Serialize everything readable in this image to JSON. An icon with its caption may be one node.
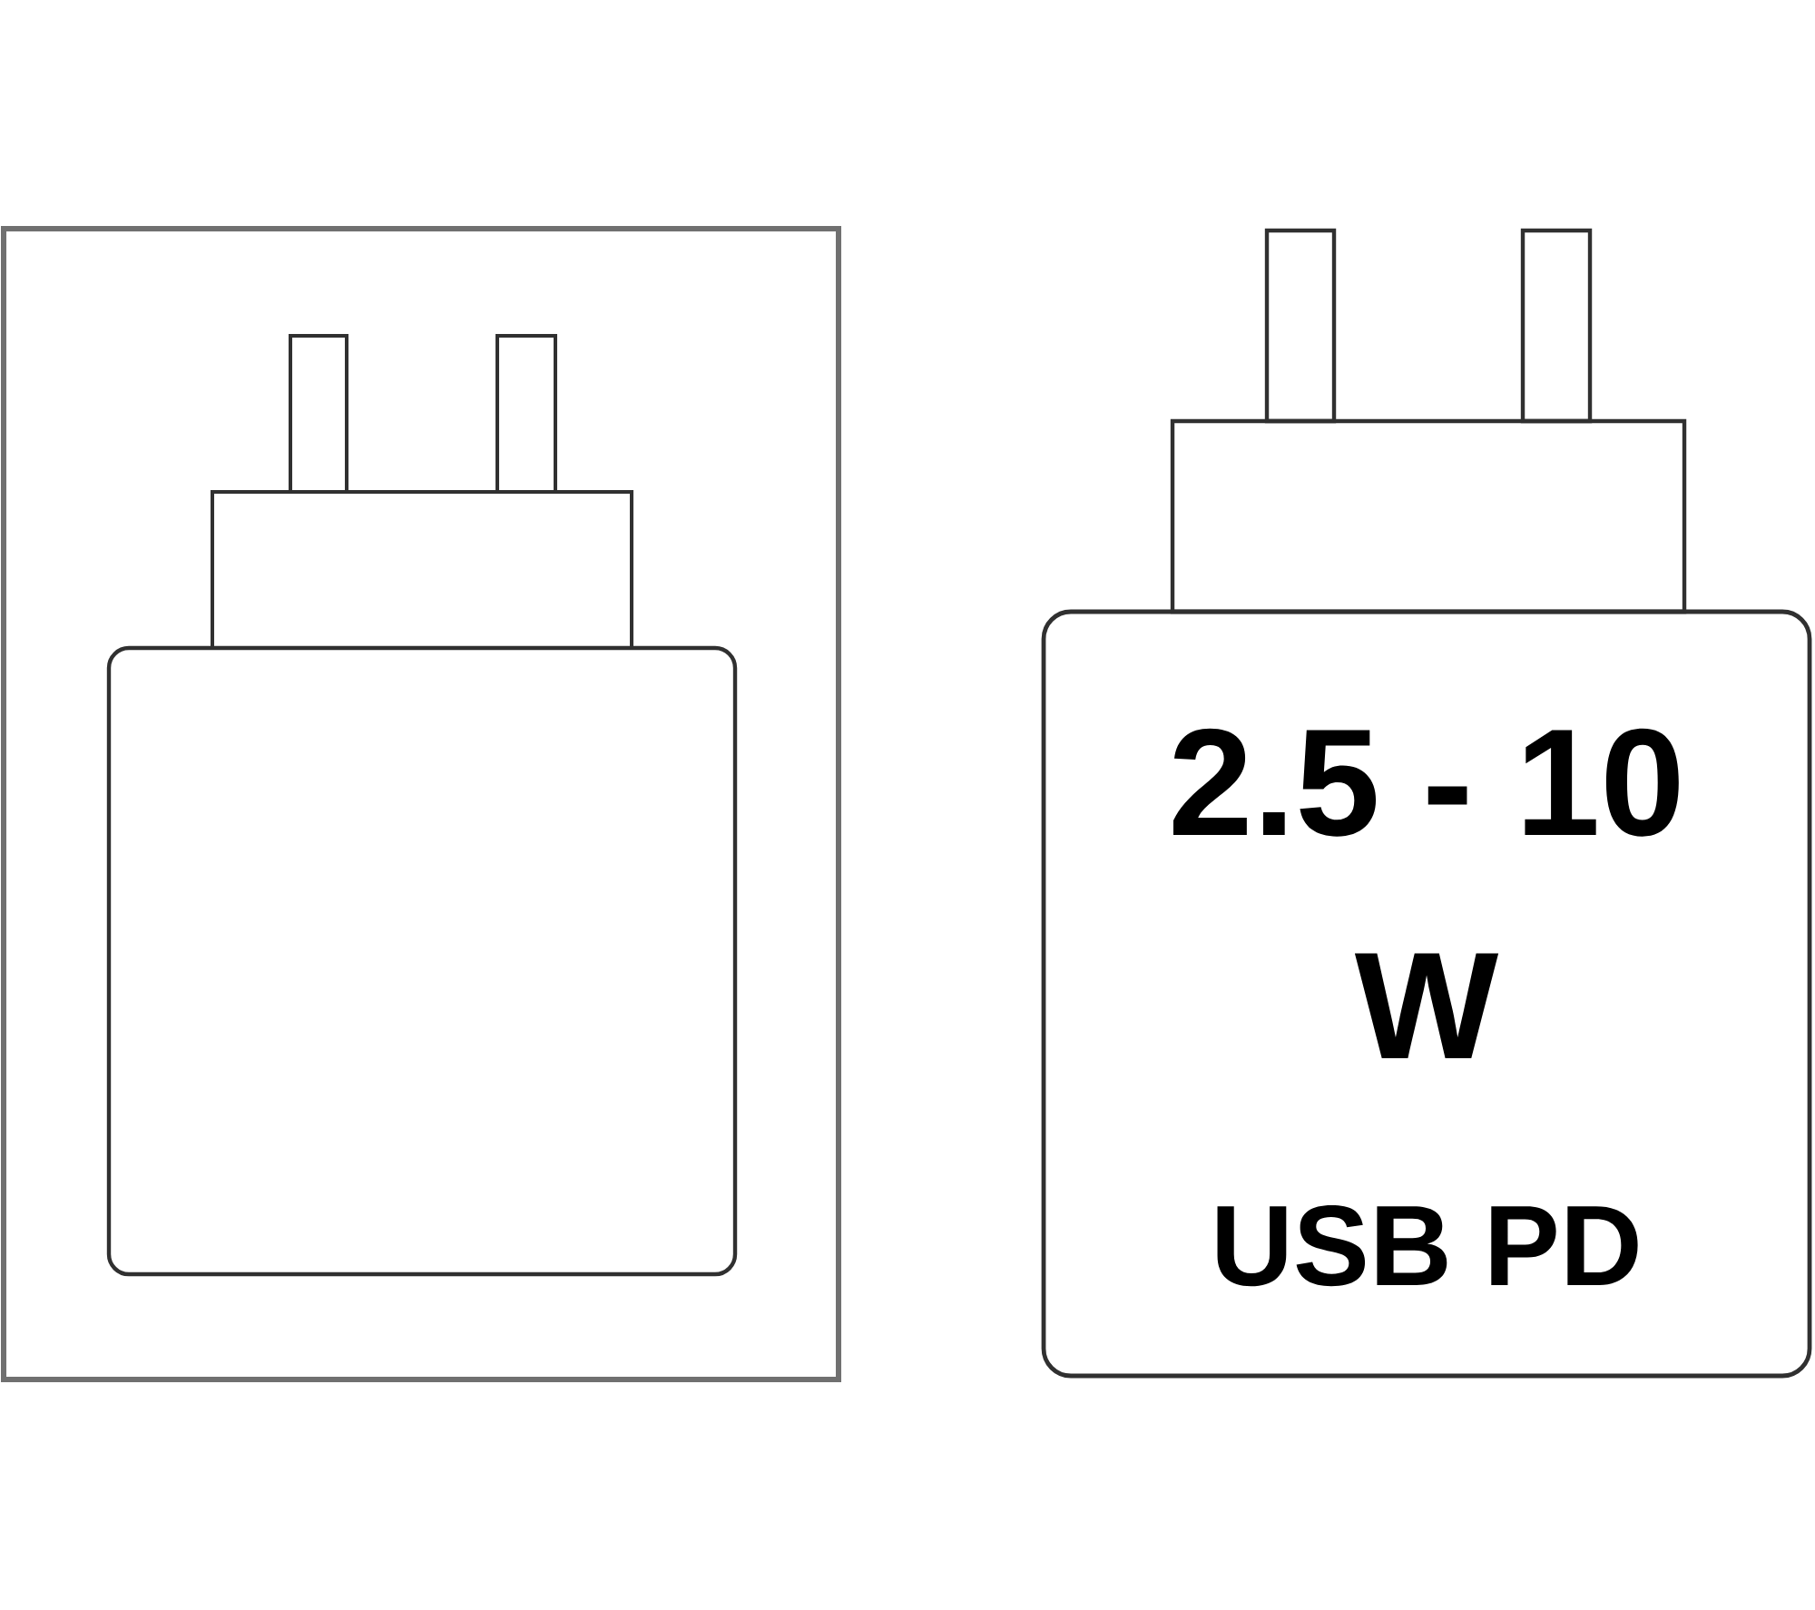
{
  "diagram": {
    "nodes": [
      {
        "text": [],
        "shape": "box"
      },
      {
        "text": [],
        "shape": "box",
        "in": 0
      },
      {
        "text": [],
        "shape": "box",
        "in": 0
      },
      {
        "text": [],
        "shape": "box",
        "in": 0
      },
      {
        "text": [],
        "shape": "box",
        "in": 0
      },
      {
        "text": [],
        "shape": "box"
      },
      {
        "text": [],
        "shape": "box"
      },
      {
        "text": [],
        "shape": "box"
      },
      {
        "text": [
          "2.5 - 10 W",
          "USB PD"
        ]
      }
    ]
  }
}
